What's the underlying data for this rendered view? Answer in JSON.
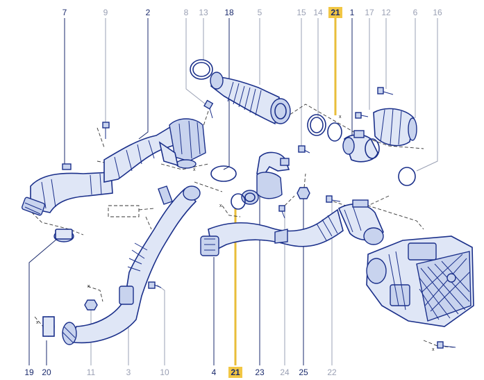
{
  "callouts_top": [
    {
      "id": "c7",
      "label": "7",
      "muted": false,
      "highlight": false
    },
    {
      "id": "c9",
      "label": "9",
      "muted": true,
      "highlight": false
    },
    {
      "id": "c2",
      "label": "2",
      "muted": false,
      "highlight": false
    },
    {
      "id": "c8",
      "label": "8",
      "muted": true,
      "highlight": false
    },
    {
      "id": "c13",
      "label": "13",
      "muted": true,
      "highlight": false
    },
    {
      "id": "c18",
      "label": "18",
      "muted": false,
      "highlight": false
    },
    {
      "id": "c5",
      "label": "5",
      "muted": true,
      "highlight": false
    },
    {
      "id": "c15",
      "label": "15",
      "muted": true,
      "highlight": false
    },
    {
      "id": "c14",
      "label": "14",
      "muted": true,
      "highlight": false
    },
    {
      "id": "c21t",
      "label": "21",
      "muted": false,
      "highlight": true
    },
    {
      "id": "c1",
      "label": "1",
      "muted": false,
      "highlight": false
    },
    {
      "id": "c17",
      "label": "17",
      "muted": true,
      "highlight": false
    },
    {
      "id": "c12",
      "label": "12",
      "muted": true,
      "highlight": false
    },
    {
      "id": "c6",
      "label": "6",
      "muted": true,
      "highlight": false
    },
    {
      "id": "c16",
      "label": "16",
      "muted": true,
      "highlight": false
    }
  ],
  "callouts_bottom": [
    {
      "id": "c19",
      "label": "19",
      "muted": false,
      "highlight": false
    },
    {
      "id": "c20",
      "label": "20",
      "muted": false,
      "highlight": false
    },
    {
      "id": "c11",
      "label": "11",
      "muted": true,
      "highlight": false
    },
    {
      "id": "c3",
      "label": "3",
      "muted": true,
      "highlight": false
    },
    {
      "id": "c10",
      "label": "10",
      "muted": true,
      "highlight": false
    },
    {
      "id": "c4",
      "label": "4",
      "muted": false,
      "highlight": false
    },
    {
      "id": "c21b",
      "label": "21",
      "muted": false,
      "highlight": true
    },
    {
      "id": "c23",
      "label": "23",
      "muted": false,
      "highlight": false
    },
    {
      "id": "c24",
      "label": "24",
      "muted": true,
      "highlight": false
    },
    {
      "id": "c25",
      "label": "25",
      "muted": false,
      "highlight": false
    },
    {
      "id": "c22",
      "label": "22",
      "muted": true,
      "highlight": false
    }
  ],
  "marks": {
    "x": "x"
  },
  "colors": {
    "outline": "#1a2f8a",
    "fill": "#dfe6f6",
    "highlight": "#f2c744",
    "muted_text": "#9aa0b4"
  }
}
